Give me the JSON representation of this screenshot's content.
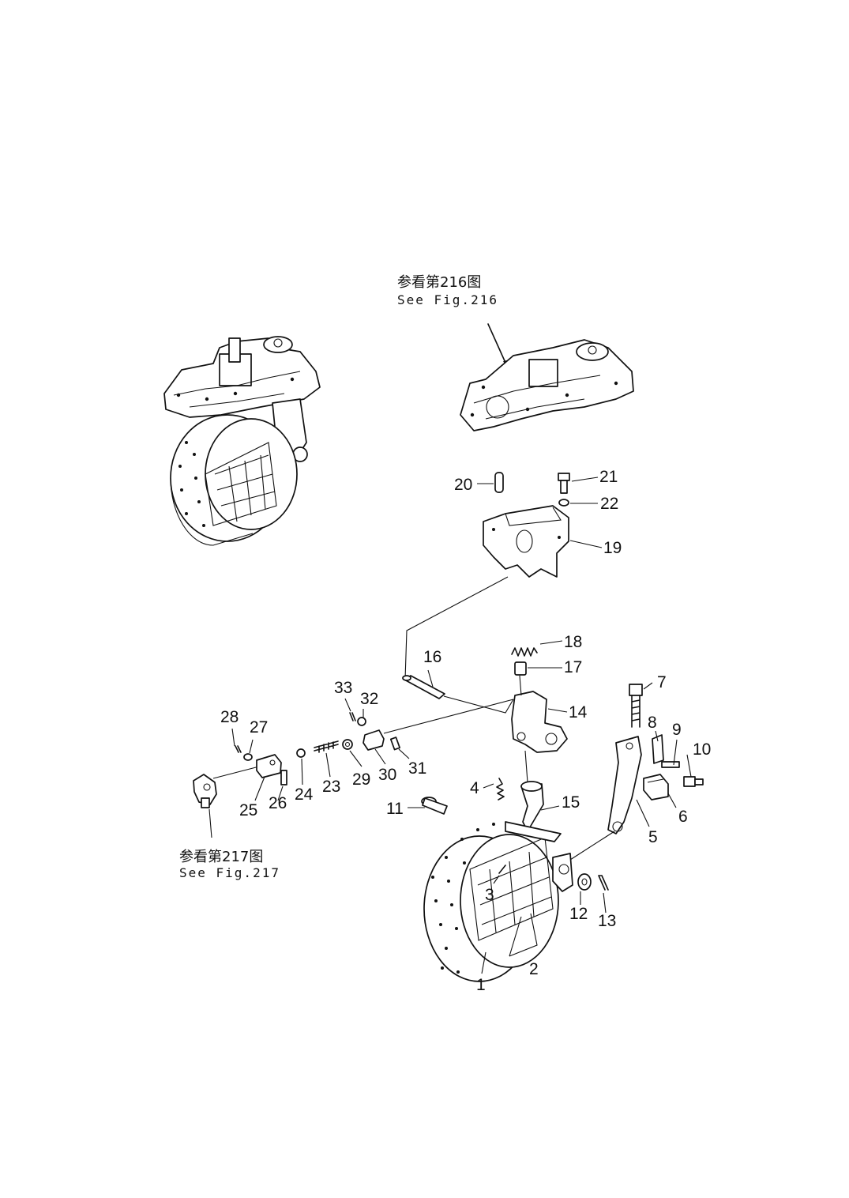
{
  "references": {
    "top": {
      "cn": "参看第216图",
      "en": "See Fig.216"
    },
    "bottom": {
      "cn": "参看第217图",
      "en": "See Fig.217"
    }
  },
  "part_labels": [
    "1",
    "2",
    "3",
    "4",
    "5",
    "6",
    "7",
    "8",
    "9",
    "10",
    "11",
    "12",
    "13",
    "14",
    "15",
    "16",
    "17",
    "18",
    "19",
    "20",
    "21",
    "22",
    "23",
    "24",
    "25",
    "26",
    "27",
    "28",
    "29",
    "30",
    "31",
    "32",
    "33"
  ],
  "icons": [
    "brake-band-assembly",
    "transmission-case",
    "bracket",
    "lever",
    "rod",
    "pin",
    "spring",
    "bolt",
    "washer",
    "cotter-pin"
  ]
}
